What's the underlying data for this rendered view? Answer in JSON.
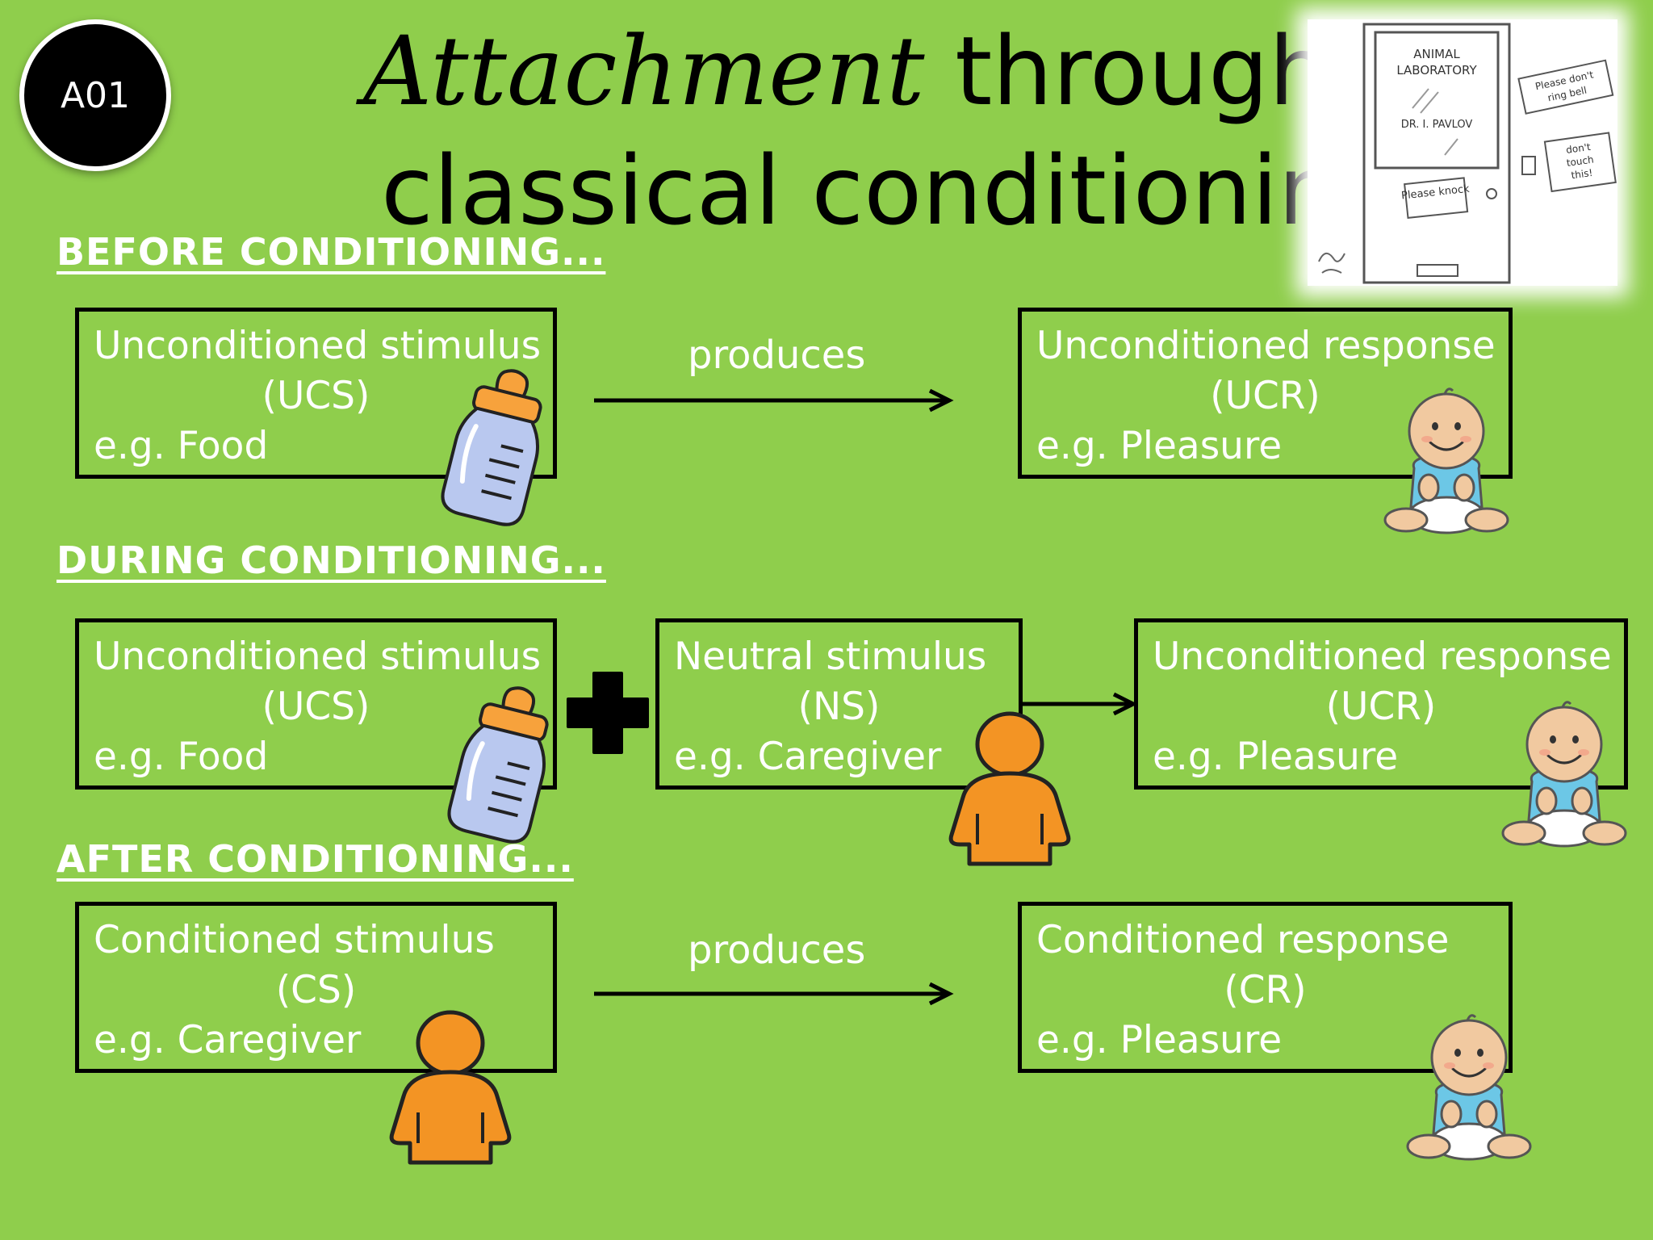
{
  "badge": "A01",
  "title": {
    "italic_word": "Attachment",
    "line1_rest": "through",
    "line2": "classical conditioning"
  },
  "cartoon": {
    "door_sign_line1": "ANIMAL",
    "door_sign_line2": "LABORATORY",
    "door_name": "DR. I. PAVLOV",
    "note_knock": "Please knock",
    "note_bell_1": "Please don't",
    "note_bell_2": "ring bell",
    "note_touch_1": "don't",
    "note_touch_2": "touch",
    "note_touch_3": "this!"
  },
  "before": {
    "heading": "BEFORE CONDITIONING...",
    "left": {
      "name": "Unconditioned stimulus",
      "abbr": "(UCS)",
      "example": "e.g. Food"
    },
    "link": "produces",
    "right": {
      "name": "Unconditioned response",
      "abbr": "(UCR)",
      "example": "e.g. Pleasure"
    }
  },
  "during": {
    "heading": "DURING CONDITIONING...",
    "left": {
      "name": "Unconditioned stimulus",
      "abbr": "(UCS)",
      "example": "e.g. Food"
    },
    "middle": {
      "name": "Neutral stimulus",
      "abbr": "(NS)",
      "example": "e.g. Caregiver"
    },
    "right": {
      "name": "Unconditioned response",
      "abbr": "(UCR)",
      "example": "e.g. Pleasure"
    }
  },
  "after": {
    "heading": "AFTER CONDITIONING...",
    "left": {
      "name": "Conditioned stimulus",
      "abbr": "(CS)",
      "example": "e.g. Caregiver"
    },
    "link": "produces",
    "right": {
      "name": "Conditioned response",
      "abbr": "(CR)",
      "example": "e.g. Pleasure"
    }
  }
}
